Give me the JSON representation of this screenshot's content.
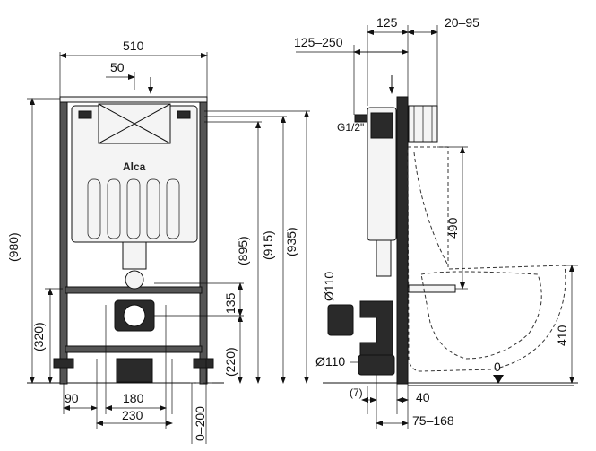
{
  "front": {
    "width_total": "510",
    "offset_top": "50",
    "height_980": "(980)",
    "height_320": "(320)",
    "height_895": "(895)",
    "height_915": "(915)",
    "height_935": "(935)",
    "height_135": "135",
    "height_220": "(220)",
    "bottom_90": "90",
    "bottom_180": "180",
    "bottom_230": "230",
    "bottom_0_200": "0–200",
    "brand": "Alca"
  },
  "side": {
    "top_125": "125",
    "top_20_95": "20–95",
    "top_125_250": "125–250",
    "thread": "G1/2\"",
    "height_490": "490",
    "pipe_110_upper": "Ø110",
    "pipe_110_lower": "Ø110",
    "height_410": "410",
    "floor_0": "0",
    "bottom_7": "(7)",
    "bottom_40": "40",
    "bottom_75_168": "75–168"
  }
}
